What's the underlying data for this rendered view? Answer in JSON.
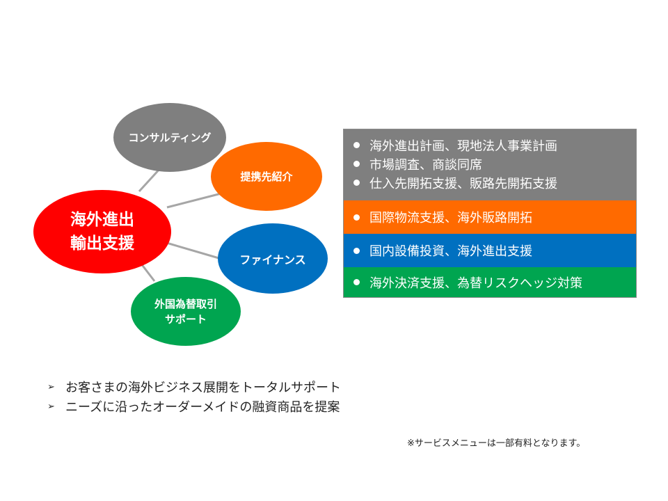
{
  "center": {
    "line1": "海外進出",
    "line2": "輸出支援",
    "color": "#ff0000"
  },
  "bubbles": [
    {
      "label": "コンサルティング",
      "color": "#7f7f7f"
    },
    {
      "label": "提携先紹介",
      "color": "#ff6a00"
    },
    {
      "label": "ファイナンス",
      "color": "#0070c0"
    },
    {
      "line1": "外国為替取引",
      "line2": "サポート",
      "color": "#00a550"
    }
  ],
  "details": {
    "consulting": [
      "海外進出計画、現地法人事業計画",
      "市場調査、商談同席",
      "仕入先開拓支援、販路先開拓支援"
    ],
    "partner": [
      "国際物流支援、海外販路開拓"
    ],
    "finance": [
      "国内設備投資、海外進出支援"
    ],
    "forex": [
      "海外決済支援、為替リスクヘッジ対策"
    ]
  },
  "summary": [
    "お客さまの海外ビジネス展開をトータルサポート",
    "ニーズに沿ったオーダーメイドの融資商品を提案"
  ],
  "note": "※サービスメニューは一部有料となります。"
}
